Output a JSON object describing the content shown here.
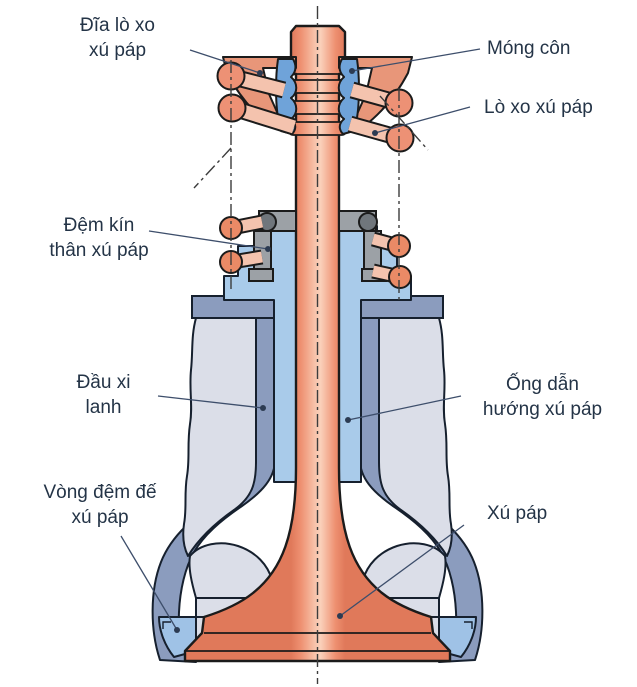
{
  "diagram": {
    "subject": "valve-assembly-cross-section",
    "labels": {
      "spring_retainer": {
        "line1": "Đĩa lò xo",
        "line2": "xú páp"
      },
      "collet": {
        "line1": "Móng côn"
      },
      "valve_spring": {
        "line1": "Lò xo xú páp"
      },
      "stem_seal": {
        "line1": "Đệm kín",
        "line2": "thân xú páp"
      },
      "cylinder_head": {
        "line1": "Đầu xi",
        "line2": "lanh"
      },
      "valve_guide": {
        "line1": "Ống dẫn",
        "line2": "hướng xú páp"
      },
      "seat_ring": {
        "line1": "Vòng đệm đế",
        "line2": "xú páp"
      },
      "valve": {
        "line1": "Xú páp"
      }
    },
    "colors": {
      "valve_body": "#ee9071",
      "valve_highlight": "#fad0ba",
      "spring_coil": "#ed9175",
      "spring_wire": "#f4c3ae",
      "collet": "#6fa3d9",
      "valve_guide": "#a9cbea",
      "seat_ring": "#9fc2e6",
      "stem_seal": "#9ca1a6",
      "seal_oring": "#70767c",
      "head_outer": "#dbdee8",
      "head_inner": "#8b9cbe",
      "outline": "#1b1b1b",
      "label_text": "#243447",
      "leader_line": "#3d4e6b"
    }
  }
}
